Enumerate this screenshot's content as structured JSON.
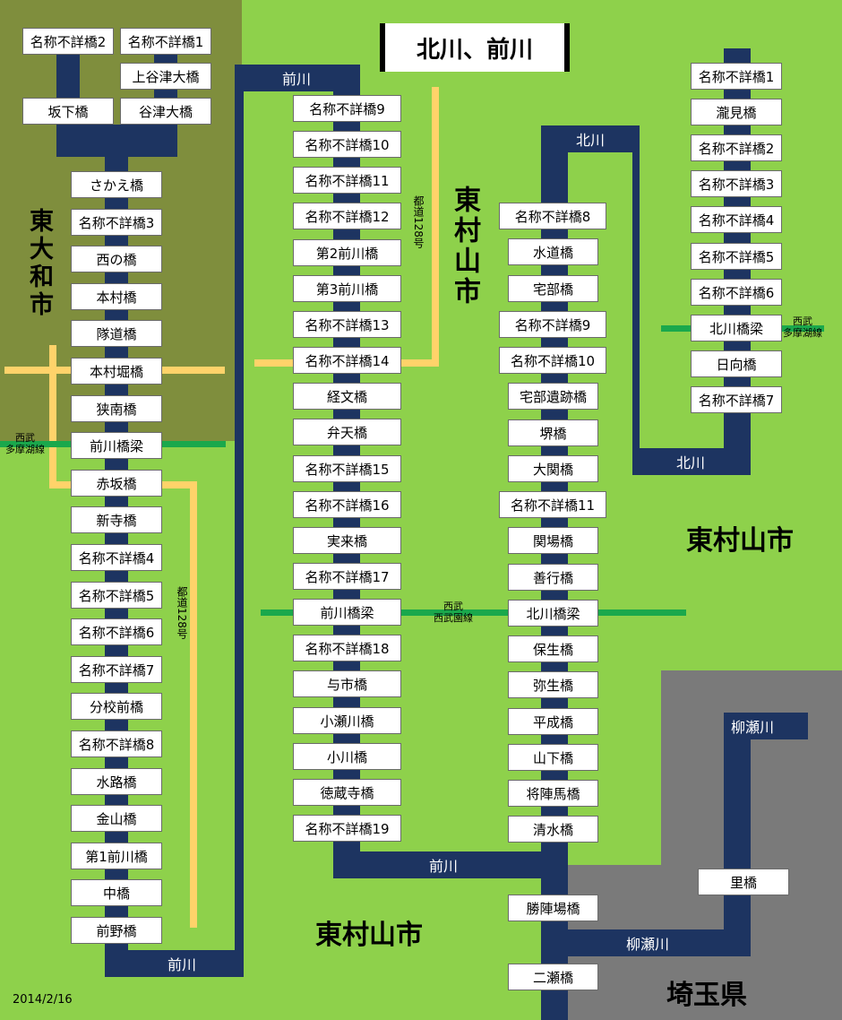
{
  "title": "北川、前川",
  "date": "2014/2/16",
  "cities": {
    "higashiyamato": "東大和市",
    "higashimurayama_top": "東村山市",
    "higashimurayama_right": "東村山市",
    "higashimurayama_bottom": "東村山市",
    "saitama": "埼玉県"
  },
  "roads": {
    "road_left": "都道128号",
    "road_center": "都道128号"
  },
  "railways": {
    "seibu_tamako_left": "西武\n多摩湖線",
    "seibu_tamako_right": "西武\n多摩湖線",
    "seibu_en": "西武\n西武園線"
  },
  "river_names": {
    "maekawa_top": "前川",
    "maekawa_mid": "前川",
    "maekawa_bottom": "前川",
    "kitakawa_top": "北川",
    "kitakawa_bottom": "北川",
    "yanasegawa_right": "柳瀬川",
    "yanasegawa_bottom": "柳瀬川"
  },
  "colors": {
    "river": "#1d3461",
    "background": "#8ed14b",
    "higashiyamato_region": "#7f8e3d",
    "saitama_region": "#7a7a7a",
    "road": "#ffd36a",
    "railway": "#1aa84c"
  },
  "bridges": {
    "col1_top": [
      "名称不詳橋2",
      "名称不詳橋1",
      "上谷津大橋",
      "坂下橋",
      "谷津大橋"
    ],
    "col1": [
      "さかえ橋",
      "名称不詳橋3",
      "西の橋",
      "本村橋",
      "隊道橋",
      "本村堀橋",
      "狭南橋",
      "前川橋梁",
      "赤坂橋",
      "新寺橋",
      "名称不詳橋4",
      "名称不詳橋5",
      "名称不詳橋6",
      "名称不詳橋7",
      "分校前橋",
      "名称不詳橋8",
      "水路橋",
      "金山橋",
      "第1前川橋",
      "中橋",
      "前野橋"
    ],
    "col2": [
      "名称不詳橋9",
      "名称不詳橋10",
      "名称不詳橋11",
      "名称不詳橋12",
      "第2前川橋",
      "第3前川橋",
      "名称不詳橋13",
      "名称不詳橋14",
      "経文橋",
      "弁天橋",
      "名称不詳橋15",
      "名称不詳橋16",
      "実来橋",
      "名称不詳橋17",
      "前川橋梁",
      "名称不詳橋18",
      "与市橋",
      "小瀬川橋",
      "小川橋",
      "徳蔵寺橋",
      "名称不詳橋19"
    ],
    "col3": [
      "名称不詳橋8",
      "水道橋",
      "宅部橋",
      "名称不詳橋9",
      "名称不詳橋10",
      "宅部遺跡橋",
      "堺橋",
      "大関橋",
      "名称不詳橋11",
      "関場橋",
      "善行橋",
      "北川橋梁",
      "保生橋",
      "弥生橋",
      "平成橋",
      "山下橋",
      "将陣馬橋",
      "清水橋",
      "勝陣場橋",
      "二瀬橋"
    ],
    "col4": [
      "名称不詳橋1",
      "瀧見橋",
      "名称不詳橋2",
      "名称不詳橋3",
      "名称不詳橋4",
      "名称不詳橋5",
      "名称不詳橋6",
      "北川橋梁",
      "日向橋",
      "名称不詳橋7"
    ],
    "yanase": [
      "里橋"
    ]
  }
}
